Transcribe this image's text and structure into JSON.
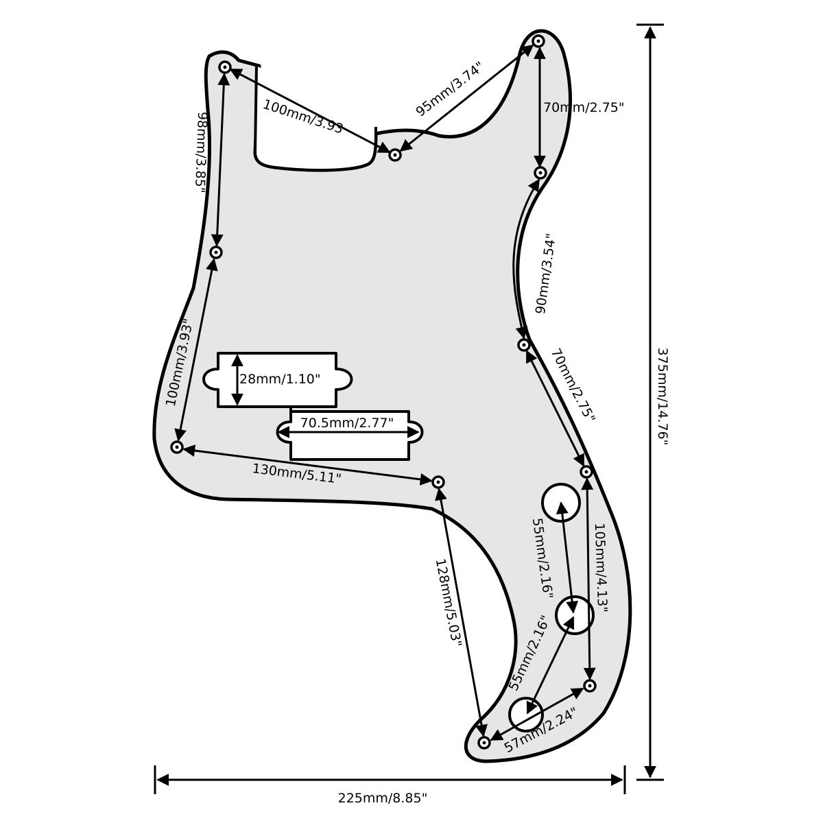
{
  "diagram": {
    "labels": {
      "top_left_diag": "100mm/3.93",
      "top_right_diag": "95mm/3.74\"",
      "top_right_vertical": "70mm/2.75\"",
      "left_upper_vertical": "98mm/3.85\"",
      "right_mid_vertical": "90mm/3.54\"",
      "left_lower_diag": "100mm/3.93\"",
      "right_lower_diag": "70mm/2.75\"",
      "pickup_height": "28mm/1.10\"",
      "pickup_width": "70.5mm/2.77\"",
      "bottom_horizontal": "130mm/5.11\"",
      "horn_long_diag": "128mm/5.03\"",
      "knob_upper": "55mm/2.16\"",
      "knob_lower": "55mm/2.16\"",
      "right_horn_vertical": "105mm/4.13\"",
      "bottom_small": "57mm/2.24\"",
      "overall_height": "375mm/14.76\"",
      "overall_width": "225mm/8.85\""
    }
  }
}
